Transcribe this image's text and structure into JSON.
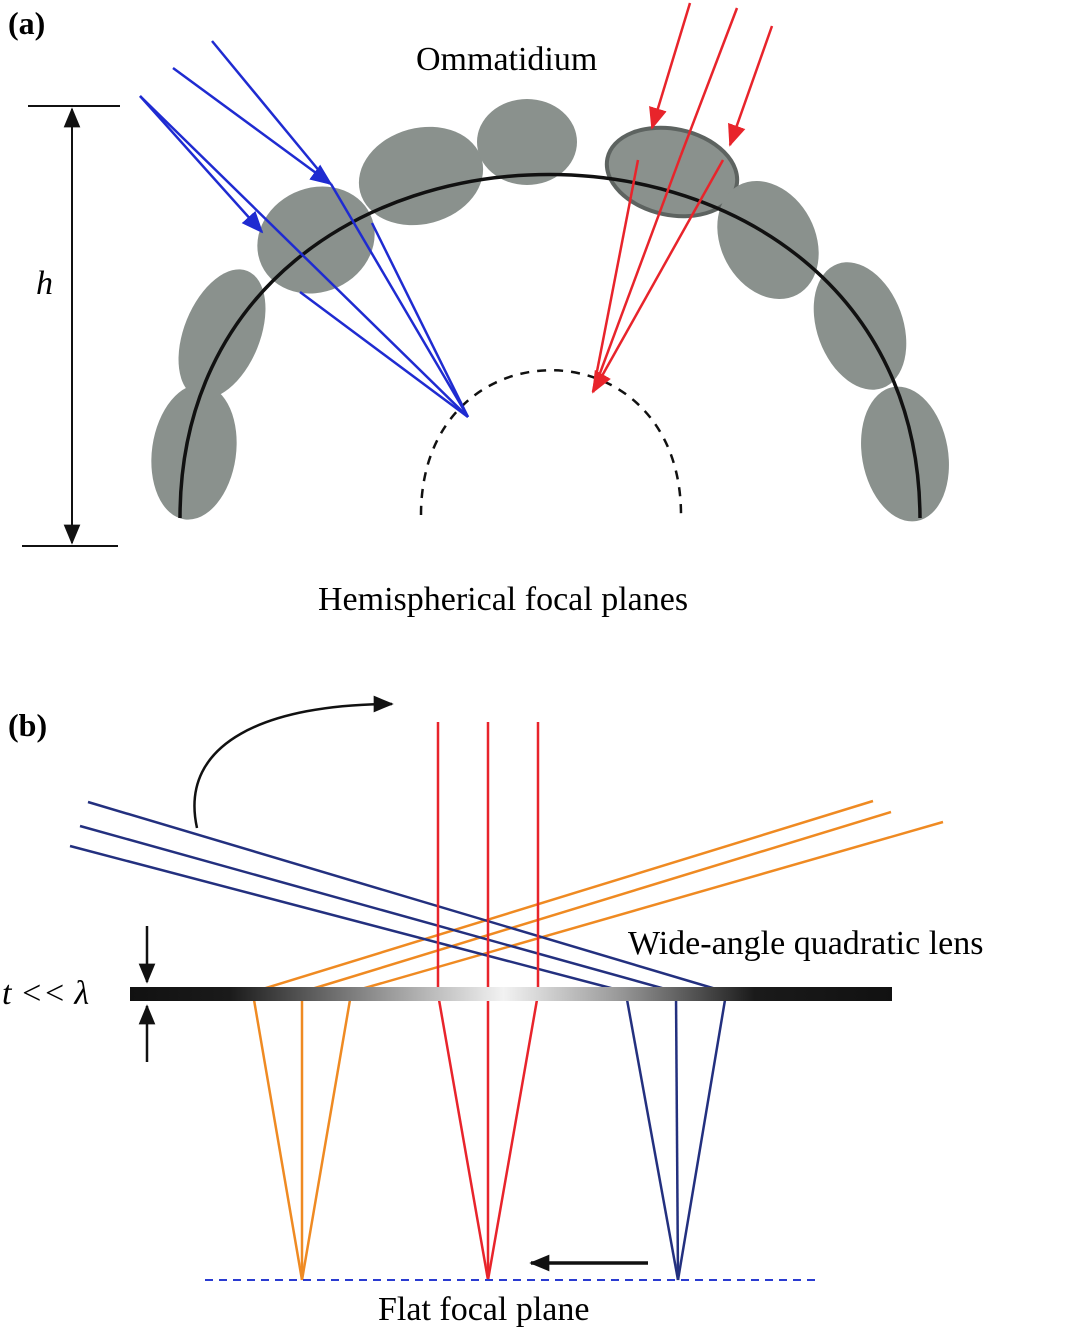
{
  "panel_a": {
    "label": "(a)",
    "ommatidium_label": "Ommatidium",
    "height_label": "h",
    "focal_label": "Hemispherical focal planes"
  },
  "panel_b": {
    "label": "(b)",
    "lens_label": "Wide-angle quadratic lens",
    "thickness_label": "t << λ",
    "focal_label": "Flat focal plane"
  },
  "colors": {
    "blue_rays": "#1f2bd1",
    "red_rays": "#e8242b",
    "orange_rays": "#ef8a22",
    "navy_rays": "#23307f",
    "ommatidium_fill": "#8a918d",
    "ommatidium_stroke": "#5d6360",
    "lens_black": "#111111",
    "plane_dash": "#2a3bd1"
  }
}
